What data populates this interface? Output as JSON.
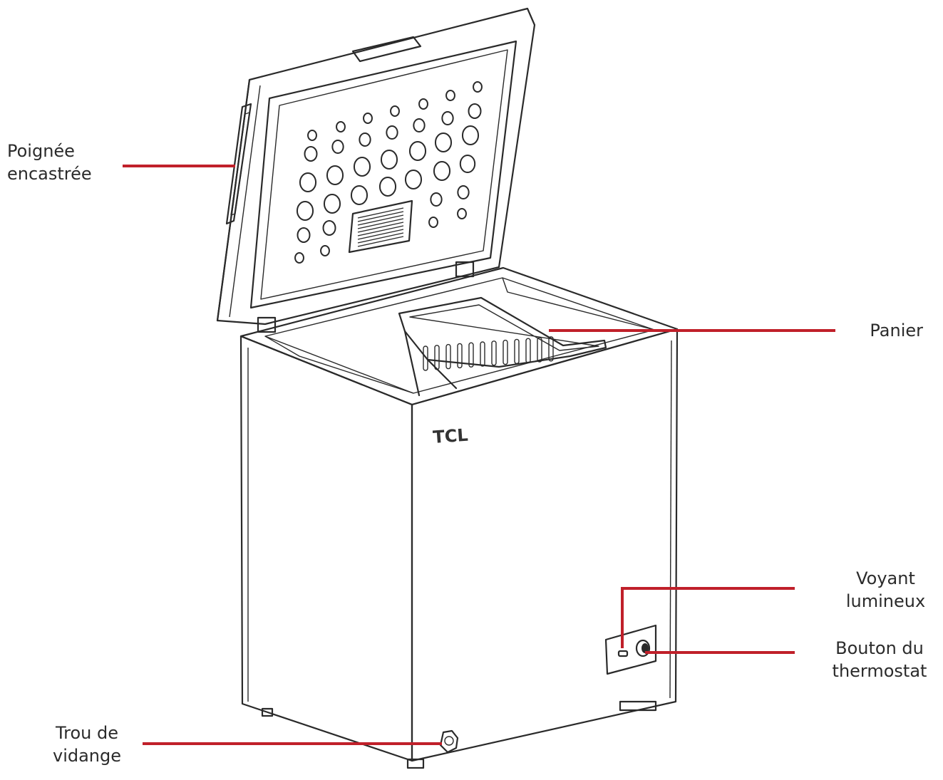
{
  "diagram": {
    "brand_logo": "TCL",
    "accent_color": "#c0202a",
    "labels": {
      "handle": [
        "Poignée",
        "encastrée"
      ],
      "basket": [
        "Panier"
      ],
      "indicator": [
        "Voyant",
        "lumineux"
      ],
      "thermostat": [
        "Bouton du",
        "thermostat"
      ],
      "drain": [
        "Trou de",
        "vidange"
      ]
    }
  }
}
